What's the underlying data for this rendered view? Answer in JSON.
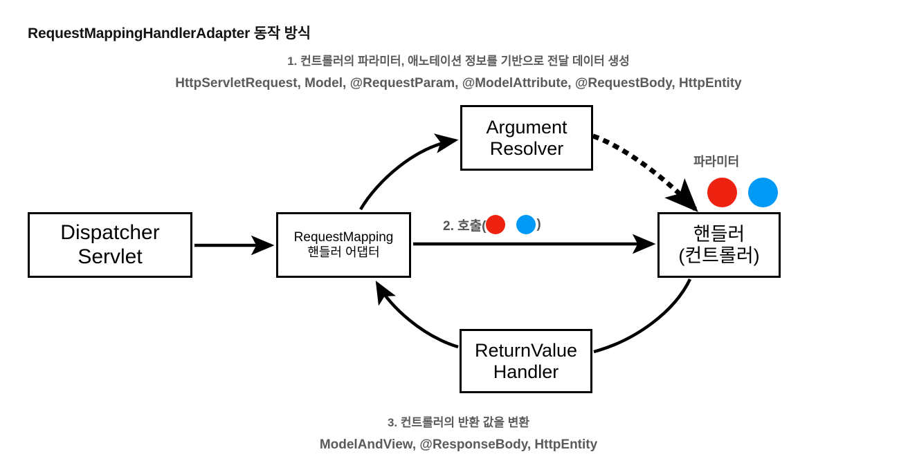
{
  "title": "RequestMappingHandlerAdapter 동작 방식",
  "top_notes": {
    "line1": "1. 컨트롤러의 파라미터, 애노테이션 정보를 기반으로 전달 데이터 생성",
    "line2": "HttpServletRequest, Model, @RequestParam, @ModelAttribute, @RequestBody, HttpEntity"
  },
  "bottom_notes": {
    "line1": "3. 컨트롤러의 반환 값을 변환",
    "line2": "ModelAndView, @ResponseBody, HttpEntity"
  },
  "nodes": {
    "dispatcher": {
      "line1": "Dispatcher",
      "line2": "Servlet"
    },
    "adapter": {
      "line1": "RequestMapping",
      "line2": "핸들러 어댑터"
    },
    "argument_resolver": {
      "line1": "Argument",
      "line2": "Resolver"
    },
    "handler": {
      "line1": "핸들러",
      "line2": "(컨트롤러)"
    },
    "return_value_handler": {
      "line1": "ReturnValue",
      "line2": "Handler"
    }
  },
  "edge_labels": {
    "call": {
      "prefix": "2. 호출(",
      "suffix": ")"
    },
    "parameter": "파라미터"
  },
  "colors": {
    "red_dot": "#ee2211",
    "blue_dot": "#0099f5",
    "note_gray": "#5a5a5a",
    "stroke": "#000000",
    "title": "#141414"
  }
}
